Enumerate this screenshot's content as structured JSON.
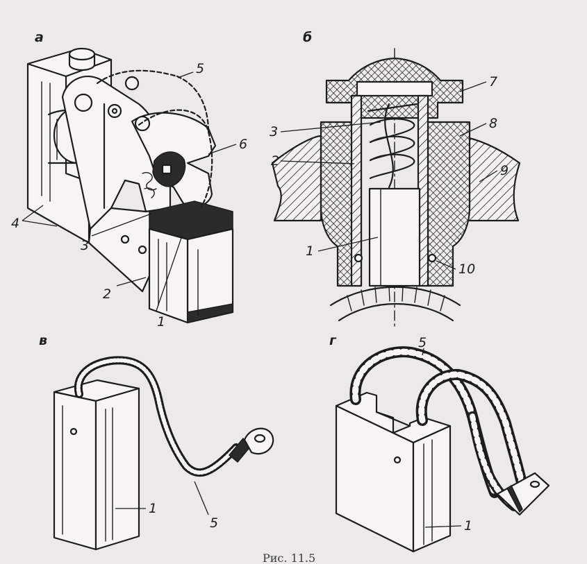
{
  "panels": [
    {
      "id": "a",
      "label": "а",
      "callouts": [
        "5",
        "6",
        "4",
        "3",
        "2",
        "1"
      ]
    },
    {
      "id": "b",
      "label": "б",
      "callouts": [
        "3",
        "7",
        "2",
        "8",
        "9",
        "1",
        "10"
      ]
    },
    {
      "id": "v",
      "label": "в",
      "callouts": [
        "1",
        "5"
      ]
    },
    {
      "id": "g",
      "label": "г",
      "callouts": [
        "5",
        "1"
      ]
    }
  ],
  "caption": "Рис. 11.5"
}
